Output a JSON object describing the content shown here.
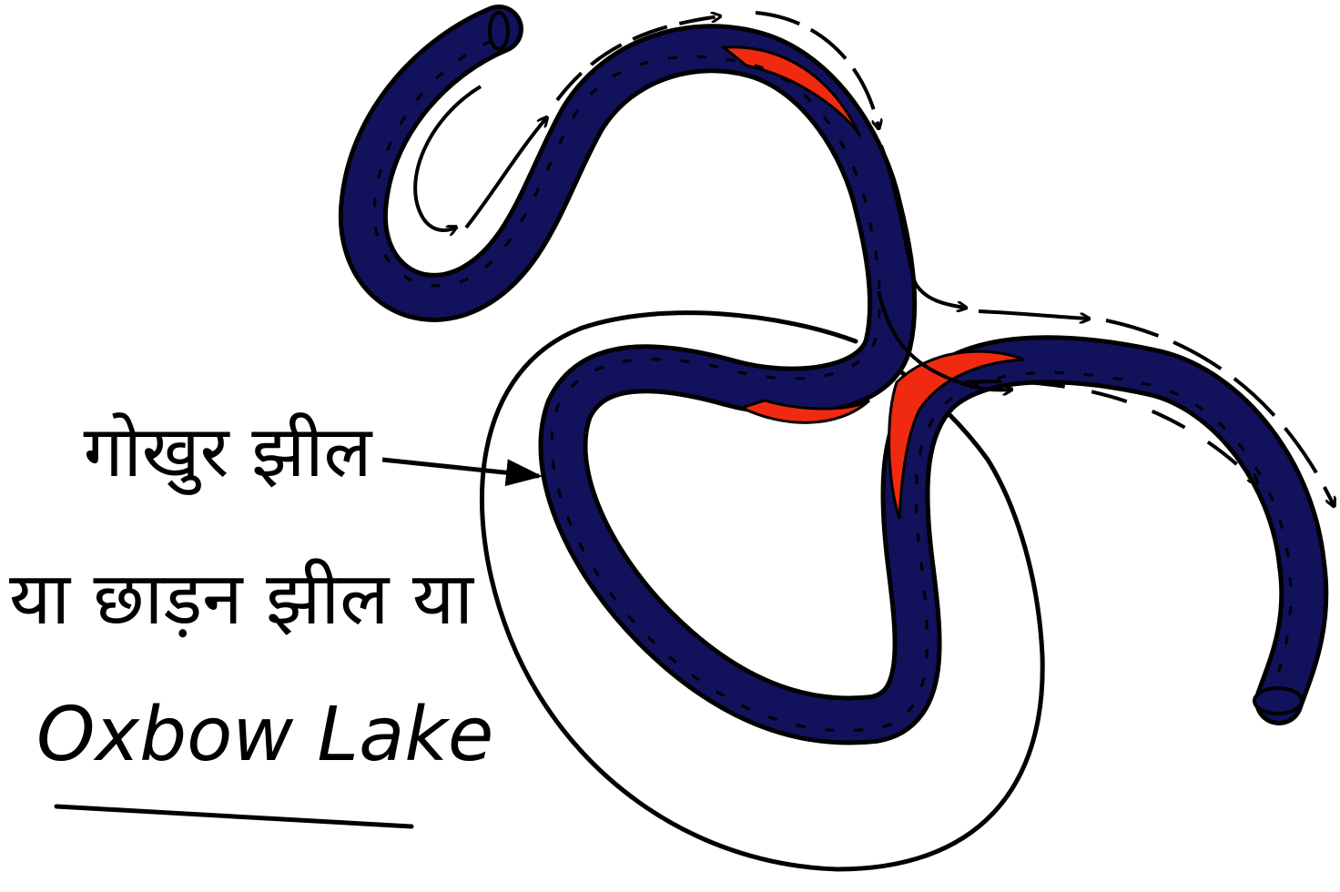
{
  "diagram": {
    "labels": {
      "line1": "गोखुर झील",
      "line2": "या छाड़न झील या",
      "line3": "Oxbow Lake"
    },
    "colors": {
      "river": "#12115c",
      "outline": "#000000",
      "deposition": "#f02a10",
      "background": "#ffffff"
    }
  }
}
